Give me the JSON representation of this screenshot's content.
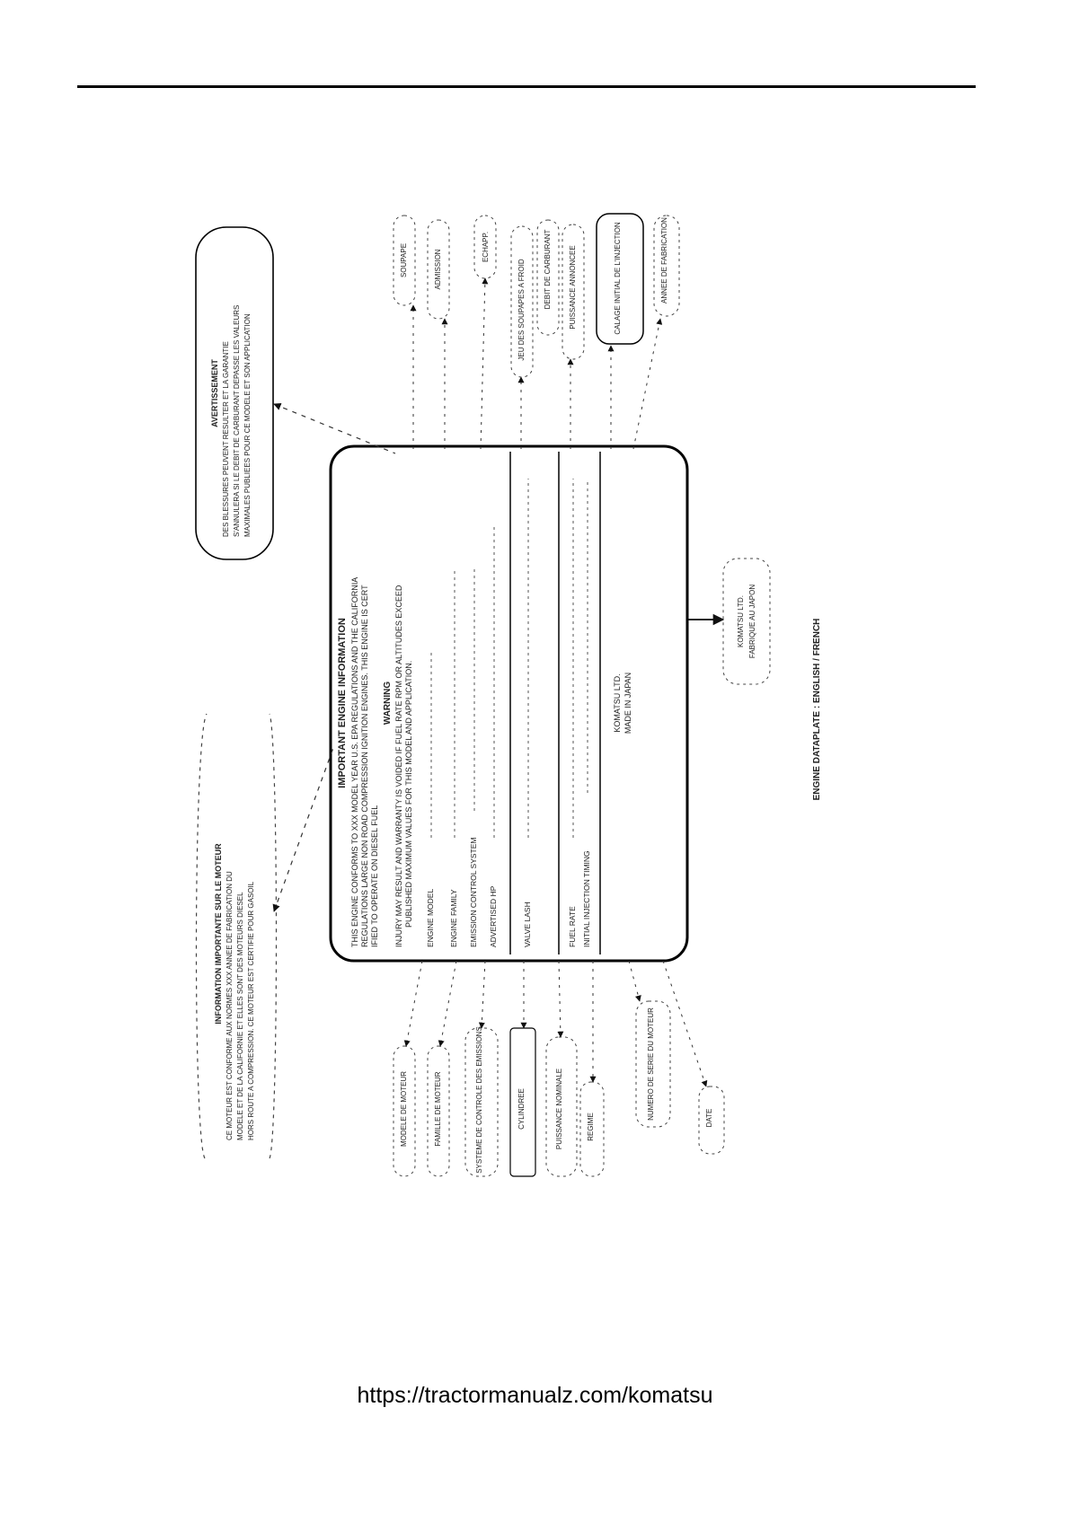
{
  "page": {
    "footer_url": "https://tractormanualz.com/komatsu"
  },
  "figure": {
    "caption": "ENGINE DATAPLATE : ENGLISH / FRENCH",
    "plate": {
      "heading": "IMPORTANT ENGINE INFORMATION",
      "compliance": [
        "THIS ENGINE CONFORMS TO XXX MODEL YEAR U.S. EPA REGULATIONS AND THE CALIFORNIA",
        "REGULATIONS LARGE NON ROAD COMPRESSION IGNITION ENGINES. THIS ENGINE IS CERT",
        "IFIED TO OPERATE ON DIESEL FUEL"
      ],
      "warning_title": "WARNING",
      "warning": [
        "INJURY MAY RESULT AND WARRANTY IS VOIDED IF FUEL RATE RPM OR ALTITUDES EXCEED",
        "PUBLISHED MAXIMUM VALUES FOR THIS MODEL AND APPLICATION."
      ],
      "fields": [
        "ENGINE MODEL",
        "ENGINE FAMILY",
        "EMISSION CONTROL SYSTEM",
        "ADVERTISED HP",
        "VALVE LASH",
        "FUEL RATE",
        "INITIAL INJECTION TIMING"
      ],
      "manufacturer": "KOMATSU LTD.",
      "made_in": "MADE IN JAPAN"
    },
    "notices": {
      "french_info_title": "INFORMATION IMPORTANTE SUR LE MOTEUR",
      "french_info": [
        "CE MOTEUR EST CONFORME AUX NORMES XXX ANNEE DE FABRICATION DU",
        "MODELE ET DE LA CALIFORNIE ET ELLES SONT DES MOTEURS DIESEL",
        "HORS ROUTE A COMPRESSION. CE MOTEUR EST CERTIFIE POUR GASOIL"
      ],
      "french_warning_title": "AVERTISSEMENT",
      "french_warning": [
        "DES BLESSURES PEUVENT RESULTER ET LA GARANTIE",
        "S'ANNULERA SI LE DEBIT DE CARBURANT DEPASSE LES VALEURS",
        "MAXIMALES PUBLIEES POUR CE MODELE ET SON APPLICATION"
      ]
    },
    "callouts_top": [
      "SOUPAPE",
      "ADMISSION",
      "ECHAPP.",
      "JEU DES SOUPAPES A FROID",
      "DEBIT DE CARBURANT",
      "PUISSANCE ANNONCEE",
      "CALAGE INITIAL DE L'INJECTION",
      "ANNEE DE FABRICATION"
    ],
    "callouts_bottom": [
      "MODELE DE MOTEUR",
      "FAMILLE DE MOTEUR",
      "SYSTEME DE CONTROLE DES EMISSIONS",
      "CYLINDREE",
      "PUISSANCE NOMINALE",
      "REGIME",
      "NUMERO DE SERIE DU MOTEUR",
      "DATE"
    ],
    "komatsu_callout": [
      "KOMATSU LTD.",
      "FABRIQUE AU JAPON"
    ]
  }
}
